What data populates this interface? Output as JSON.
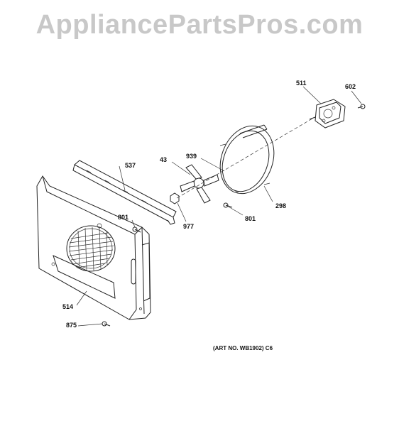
{
  "watermark": {
    "text": "AppliancePartsPros.com",
    "color": "#c8c8c8"
  },
  "labels": {
    "p511": "511",
    "p602": "602",
    "p939": "939",
    "p43": "43",
    "p537": "537",
    "p298": "298",
    "p801a": "801",
    "p801b": "801",
    "p977": "977",
    "p514": "514",
    "p875": "875"
  },
  "art_number": "(ART NO. WB1902) C6"
}
